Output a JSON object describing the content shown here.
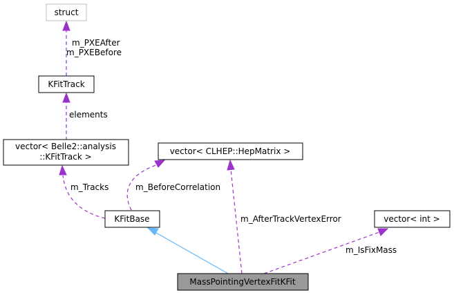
{
  "colors": {
    "node_border": "#000000",
    "node_border_external": "#bfbfbf",
    "node_fill": "#ffffff",
    "focus_fill": "#999999",
    "usage_edge": "#9a32cd",
    "inheritance_edge": "#63b8ff"
  },
  "nodes": {
    "struct": {
      "label": "struct"
    },
    "kfittrack": {
      "label": "KFitTrack"
    },
    "vector_kfittrack": {
      "line1": "vector< Belle2::analysis",
      "line2": "::KFitTrack >"
    },
    "vector_hepmatrix": {
      "label": "vector< CLHEP::HepMatrix >"
    },
    "kfitbase": {
      "label": "KFitBase"
    },
    "vector_int": {
      "label": "vector< int >"
    },
    "masspointing": {
      "label": "MassPointingVertexFitKFit"
    }
  },
  "edges": {
    "struct_to_kfittrack": {
      "line1": "m_PXEAfter",
      "line2": "m_PXEBefore"
    },
    "kfittrack_to_vector": {
      "label": "elements"
    },
    "vector_to_kfitbase": {
      "label": "m_Tracks"
    },
    "hepmatrix_to_kfitbase": {
      "label": "m_BeforeCorrelation"
    },
    "hepmatrix_to_masspointing": {
      "label": "m_AfterTrackVertexError"
    },
    "vectorint_to_masspointing": {
      "label": "m_IsFixMass"
    },
    "kfitbase_to_masspointing": {
      "kind": "inheritance"
    }
  }
}
